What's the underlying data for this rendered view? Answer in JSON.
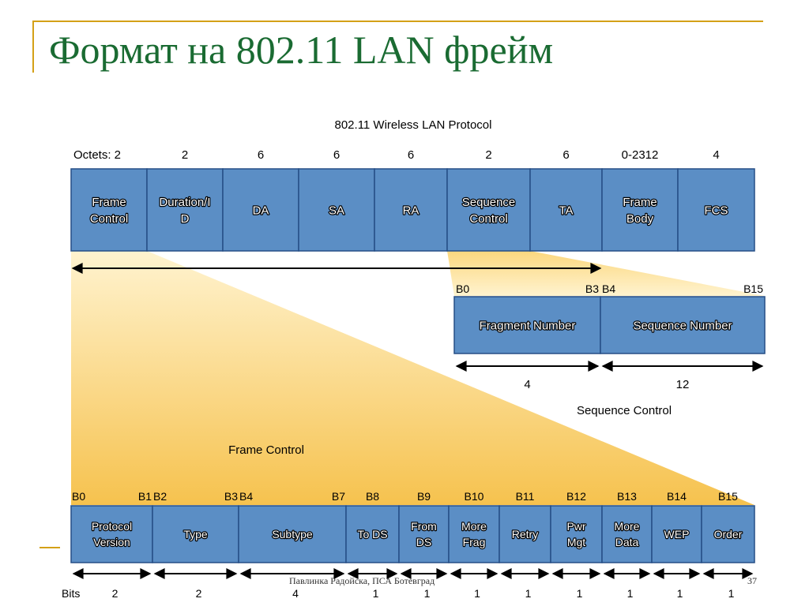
{
  "slide": {
    "title": "Формат на 802.11 LAN фрейм",
    "footer": "Павлинка Радойска, ПСА Ботевград",
    "page_number": "37"
  },
  "diagram": {
    "title": "802.11 Wireless LAN Protocol",
    "colors": {
      "field_fill": "#5b8ec5",
      "field_stroke": "#264f86",
      "fan_light": "#fff3cf",
      "fan_dark": "#f6c24e",
      "text": "#000000"
    },
    "main_frame": {
      "fields": [
        {
          "octets": "Octets: 2",
          "label": [
            "Frame",
            "Control"
          ]
        },
        {
          "octets": "2",
          "label": [
            "Duration/I",
            "D"
          ]
        },
        {
          "octets": "6",
          "label": [
            "DA"
          ]
        },
        {
          "octets": "6",
          "label": [
            "SA"
          ]
        },
        {
          "octets": "6",
          "label": [
            "RA"
          ]
        },
        {
          "octets": "2",
          "label": [
            "Sequence",
            "Control"
          ]
        },
        {
          "octets": "6",
          "label": [
            "TA"
          ]
        },
        {
          "octets": "0-2312",
          "label": [
            "Frame",
            "Body"
          ]
        },
        {
          "octets": "4",
          "label": [
            "FCS"
          ]
        }
      ]
    },
    "sequence_control": {
      "caption": "Sequence Control",
      "fields": [
        {
          "bits_left": "B0",
          "bits_right": "B3",
          "label": "Fragment Number",
          "size": "4"
        },
        {
          "bits_left": "B4",
          "bits_right": "B15",
          "label": "Sequence Number",
          "size": "12"
        }
      ]
    },
    "frame_control": {
      "caption": "Frame Control",
      "bits_label": "Bits",
      "fields": [
        {
          "bits_left": "B0",
          "bits_right": "B1",
          "label": [
            "Protocol",
            "Version"
          ],
          "size": "2"
        },
        {
          "bits_left": "B2",
          "bits_right": "B3",
          "label": [
            "Type"
          ],
          "size": "2"
        },
        {
          "bits_left": "B4",
          "bits_right": "B7",
          "label": [
            "Subtype"
          ],
          "size": "4"
        },
        {
          "bits_left": "B8",
          "label": [
            "To DS"
          ],
          "size": "1"
        },
        {
          "bits_left": "B9",
          "label": [
            "From",
            "DS"
          ],
          "size": "1"
        },
        {
          "bits_left": "B10",
          "label": [
            "More",
            "Frag"
          ],
          "size": "1"
        },
        {
          "bits_left": "B11",
          "label": [
            "Retry"
          ],
          "size": "1"
        },
        {
          "bits_left": "B12",
          "label": [
            "Pwr",
            "Mgt"
          ],
          "size": "1"
        },
        {
          "bits_left": "B13",
          "label": [
            "More",
            "Data"
          ],
          "size": "1"
        },
        {
          "bits_left": "B14",
          "label": [
            "WEP"
          ],
          "size": "1"
        },
        {
          "bits_left": "B15",
          "label": [
            "Order"
          ],
          "size": "1"
        }
      ]
    }
  }
}
